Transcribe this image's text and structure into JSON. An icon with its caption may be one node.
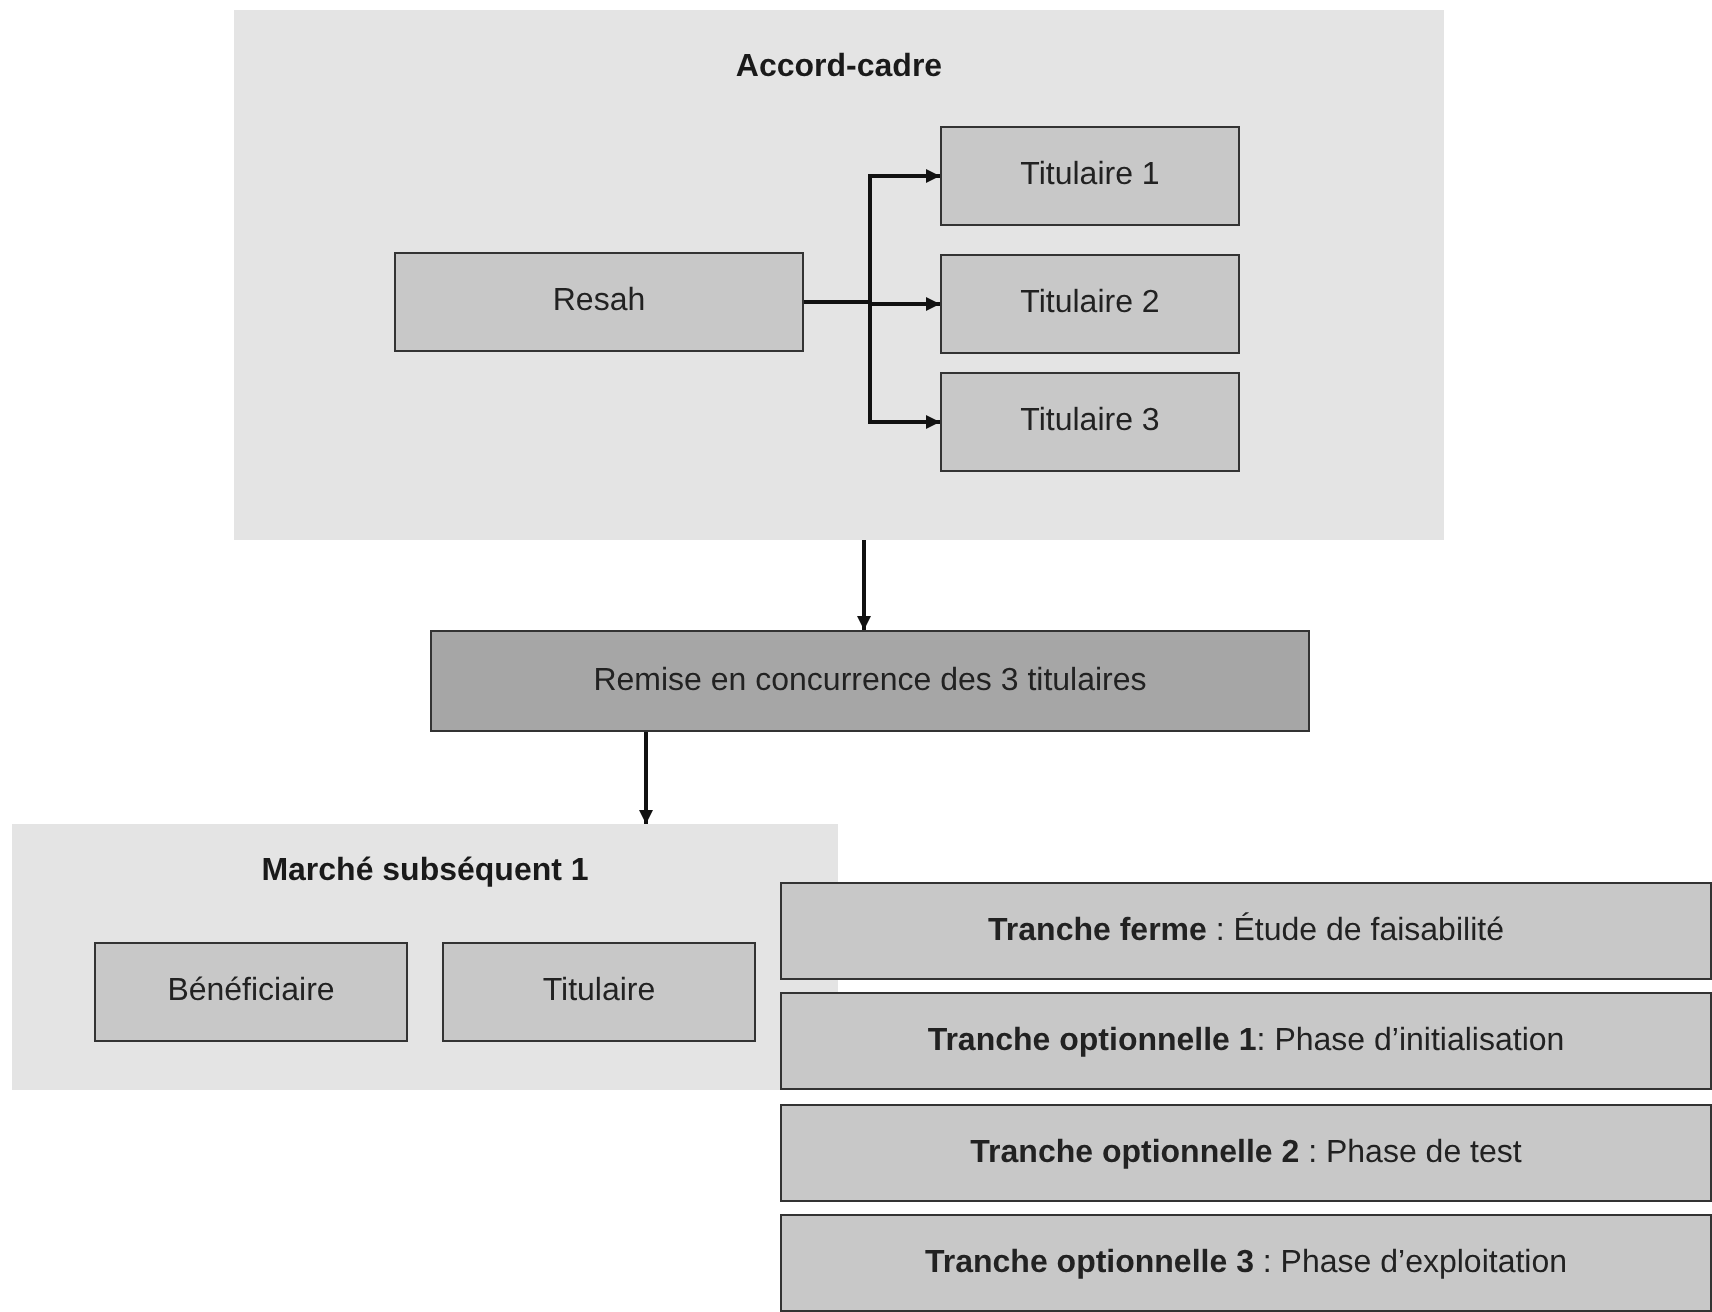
{
  "diagram": {
    "nodes": [
      {
        "text": [
          "Accord-cadre"
        ]
      },
      {
        "text": [
          "Resah"
        ],
        "in": 0
      },
      {
        "text": [
          "Titulaire 1"
        ],
        "in": 0
      },
      {
        "text": [
          "Titulaire 2"
        ],
        "in": 0
      },
      {
        "text": [
          "Titulaire 3"
        ],
        "in": 0
      },
      {
        "text": [
          "Remise en concurrence des 3 titulaires"
        ]
      },
      {
        "text": [
          "Marché subséquent 1"
        ]
      },
      {
        "text": [
          "Bénéficiaire"
        ],
        "in": 6
      },
      {
        "text": [
          "Titulaire"
        ],
        "in": 6
      },
      {
        "text": [
          "**Tranche ferme** : Étude de faisabilité"
        ]
      },
      {
        "text": [
          "**Tranche optionnelle 1**: Phase d’initialisation"
        ]
      },
      {
        "text": [
          "**Tranche optionnelle 2** : Phase de test"
        ]
      },
      {
        "text": [
          "**Tranche optionnelle 3** : Phase d’exploitation"
        ]
      }
    ],
    "edges": [
      {
        "from": 1,
        "to": 2,
        "arrow": "to"
      },
      {
        "from": 1,
        "to": 3,
        "arrow": "to"
      },
      {
        "from": 1,
        "to": 4,
        "arrow": "to"
      },
      {
        "from": 0,
        "to": 5,
        "arrow": "to"
      },
      {
        "from": 5,
        "to": 6,
        "arrow": "to"
      }
    ]
  }
}
